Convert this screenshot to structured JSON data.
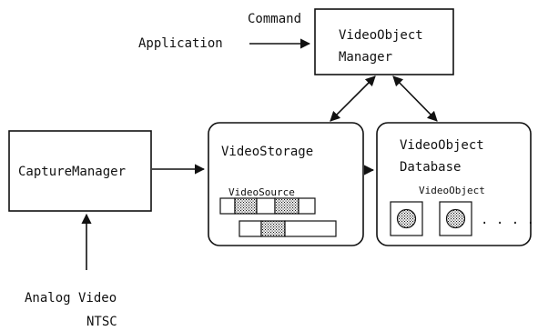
{
  "diagram": {
    "command_label": "Command",
    "application_label": "Application",
    "manager_line1": "VideoObject",
    "manager_line2": "Manager",
    "capture_label": "CaptureManager",
    "storage_label": "VideoStorage",
    "source_label": "VideoSource",
    "database_line1": "VideoObject",
    "database_line2": "Database",
    "object_label": "VideoObject",
    "ellipsis": ". . . .",
    "input_line1": "Analog Video",
    "input_line2": "NTSC"
  },
  "colors": {
    "stroke": "#111111",
    "background": "#ffffff"
  }
}
